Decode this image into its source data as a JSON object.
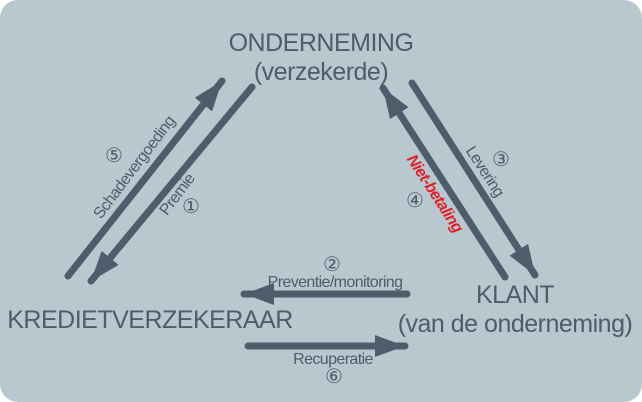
{
  "colors": {
    "background": "#b8c8cf",
    "ink": "#4d5d6b",
    "accent_red": "#e21f26"
  },
  "nodes": {
    "onderneming": {
      "line1": "ONDERNEMING",
      "line2": "(verzekerde)"
    },
    "kredietverzekeraar": {
      "line1": "KREDIETVERZEKERAAR"
    },
    "klant": {
      "line1": "KLANT",
      "line2": "(van de onderneming)"
    }
  },
  "edges": [
    {
      "num": "①",
      "label": "Premie",
      "from": "onderneming",
      "to": "kredietverzekeraar"
    },
    {
      "num": "②",
      "label": "Preventie/monitoring",
      "from": "klant",
      "to": "kredietverzekeraar"
    },
    {
      "num": "③",
      "label": "Levering",
      "from": "onderneming",
      "to": "klant"
    },
    {
      "num": "④",
      "label": "Niet-betaling",
      "from": "klant",
      "to": "onderneming",
      "label_color": "#e21f26"
    },
    {
      "num": "⑤",
      "label": "Schadevergoeding",
      "from": "kredietverzekeraar",
      "to": "onderneming"
    },
    {
      "num": "⑥",
      "label": "Recuperatie",
      "from": "kredietverzekeraar",
      "to": "klant"
    }
  ]
}
